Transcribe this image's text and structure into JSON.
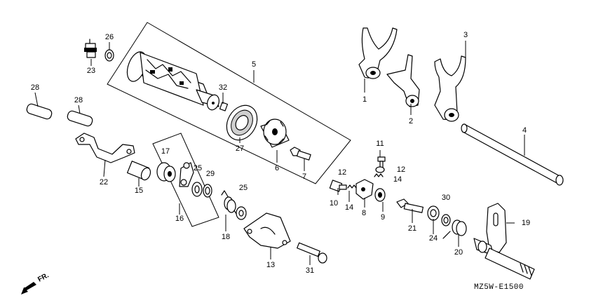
{
  "diagram_code": "MZ5W-E1500",
  "front_label": "FR.",
  "labels": [
    "1",
    "2",
    "3",
    "4",
    "5",
    "6",
    "7",
    "8",
    "9",
    "10",
    "11",
    "12",
    "12",
    "13",
    "14",
    "14",
    "15",
    "16",
    "17",
    "18",
    "19",
    "20",
    "21",
    "22",
    "23",
    "24",
    "25",
    "25",
    "26",
    "27",
    "28",
    "28",
    "29",
    "30",
    "31",
    "32"
  ]
}
